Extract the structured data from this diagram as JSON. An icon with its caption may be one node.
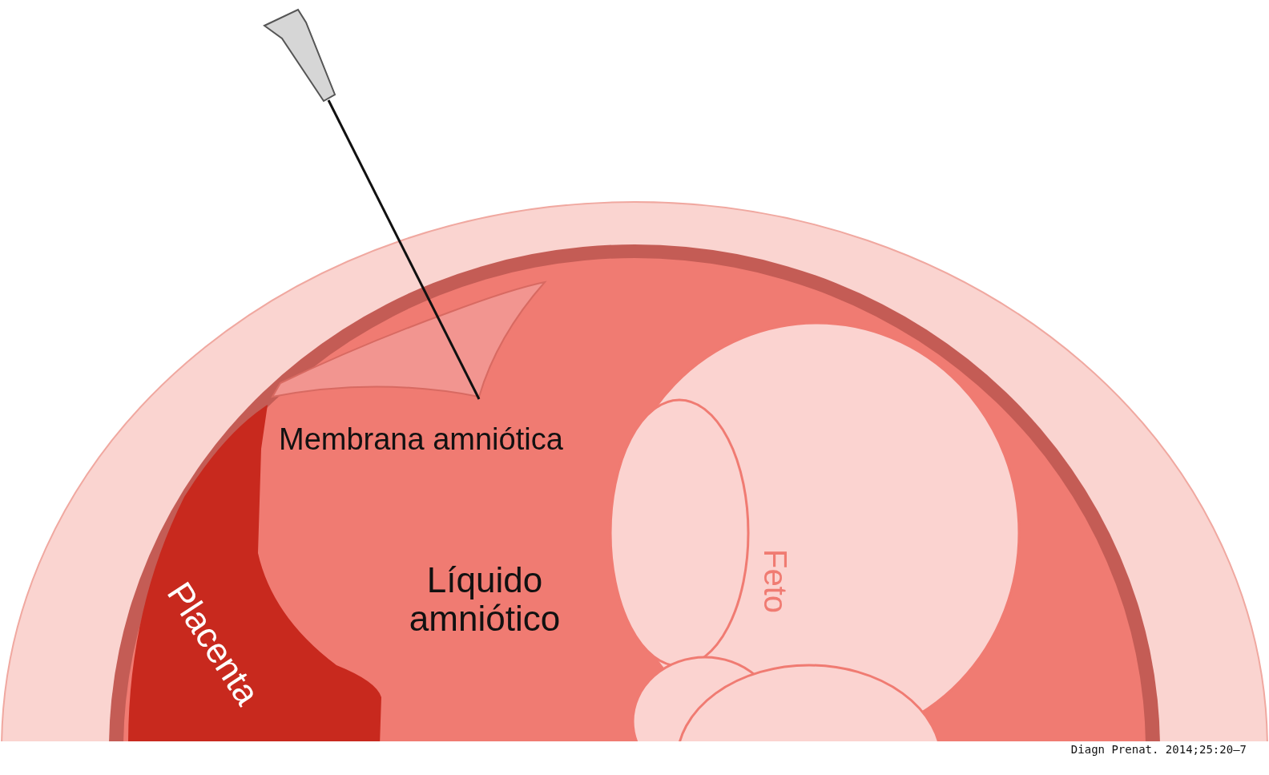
{
  "diagram": {
    "caption": "Diagn Prenat. 2014;25:20–7",
    "labels": [
      "Membrana amniótica",
      "Placenta",
      "Líquido amniótico",
      "Feto"
    ]
  }
}
